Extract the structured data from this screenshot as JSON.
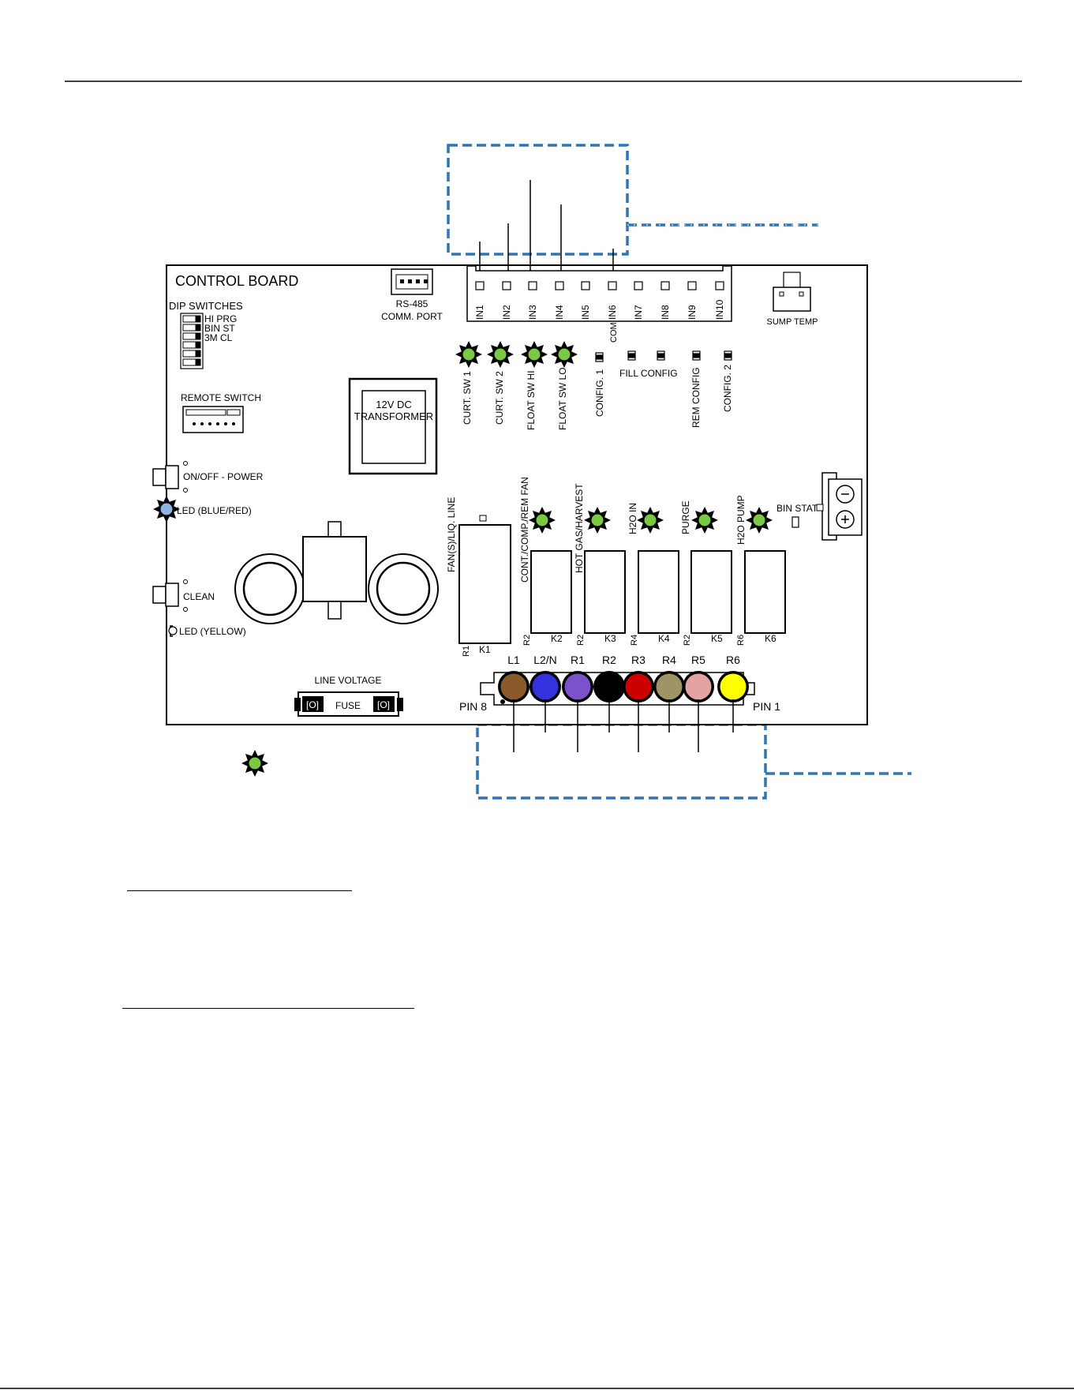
{
  "board": {
    "title": "CONTROL  BOARD",
    "dip_title": "DIP SWITCHES",
    "dip_labels": [
      "HI PRG",
      "BIN ST",
      "3M CL"
    ],
    "rs485_line1": "RS-485",
    "rs485_line2": "COMM. PORT",
    "sump_temp": "SUMP TEMP",
    "remote_switch": "REMOTE SWITCH",
    "transformer_line1": "12V DC",
    "transformer_line2": "TRANSFORMER",
    "on_off": "ON/OFF - POWER",
    "led_blue_red": "LED (BLUE/RED)",
    "clean": "CLEAN",
    "led_yellow": "LED (YELLOW)",
    "line_voltage": "LINE VOLTAGE",
    "fuse": "FUSE",
    "pin8": "PIN  8",
    "pin1": "PIN  1",
    "bin_stat": "BIN  STAT",
    "fill_config": "FILL CONFIG",
    "com": "COM",
    "fan_liq_line": "FAN(S)/LIQ. LINE"
  },
  "input_pins": [
    "IN1",
    "IN2",
    "IN3",
    "IN4",
    "IN5",
    "IN6",
    "IN7",
    "IN8",
    "IN9",
    "IN10"
  ],
  "input_leds": [
    "CURT. SW 1",
    "CURT. SW 2",
    "FLOAT SW HI",
    "FLOAT SW LO"
  ],
  "config_labels": [
    "CONFIG. 1",
    "REM CONFIG",
    "CONFIG. 2"
  ],
  "relays": [
    "K1",
    "K2",
    "K3",
    "K4",
    "K5",
    "K6"
  ],
  "relay_resistors": [
    "R1",
    "R2",
    "R2",
    "R4",
    "R2",
    "R6"
  ],
  "relay_leds": [
    "CONT./COMP./REM FAN",
    "HOT GAS/HARVEST",
    "H2O IN",
    "PURGE",
    "H2O PUMP"
  ],
  "output_terminals": [
    "L1",
    "L2/N",
    "R1",
    "R2",
    "R3",
    "R4",
    "R5",
    "R6"
  ],
  "colors": {
    "callout_blue": "#2e75b6",
    "led_green": "#7ac943",
    "led_blue": "#8db3e2",
    "terminal_colors": [
      "#8b5a2b",
      "#3333dd",
      "#7b52c9",
      "#000000",
      "#cc0000",
      "#9e9466",
      "#e3a3a3",
      "#ffff00"
    ]
  }
}
